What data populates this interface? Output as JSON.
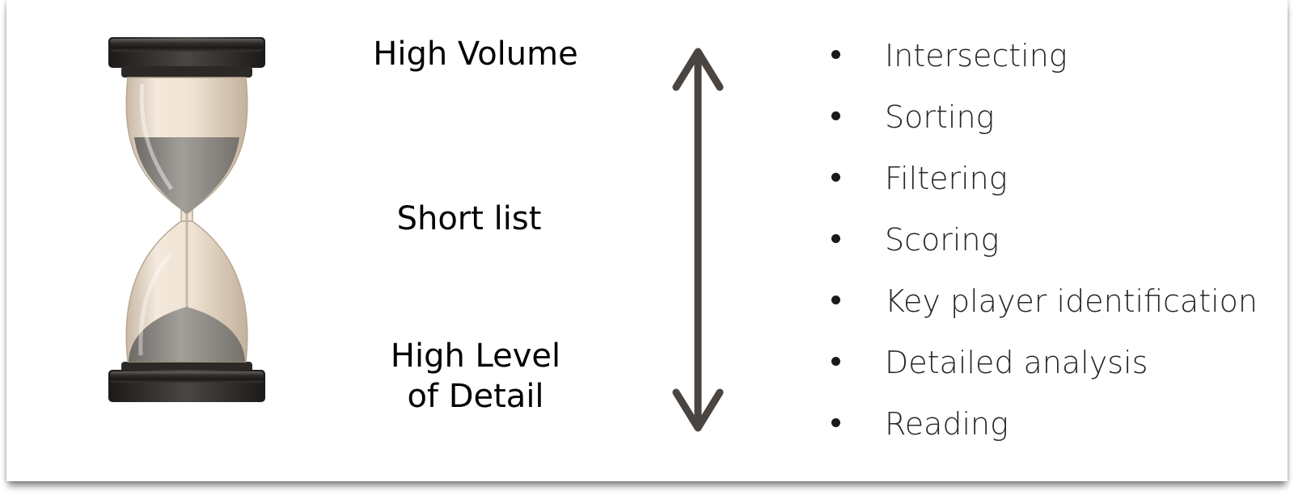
{
  "labels": {
    "top": "High Volume",
    "middle": "Short list",
    "bottom_line1": "High Level",
    "bottom_line2": "of Detail"
  },
  "steps": [
    "Intersecting",
    "Sorting",
    "Filtering",
    "Scoring",
    "Key player identification",
    "Detailed analysis",
    "Reading"
  ],
  "icons": {
    "hourglass": "hourglass-icon",
    "arrow": "double-headed-vertical-arrow"
  },
  "colors": {
    "arrow": "#4a4541",
    "text": "#000000",
    "bullet_text": "#262626",
    "sand": "#8f8b86",
    "glass": "#ede0d0",
    "cap": "#2a2725"
  }
}
